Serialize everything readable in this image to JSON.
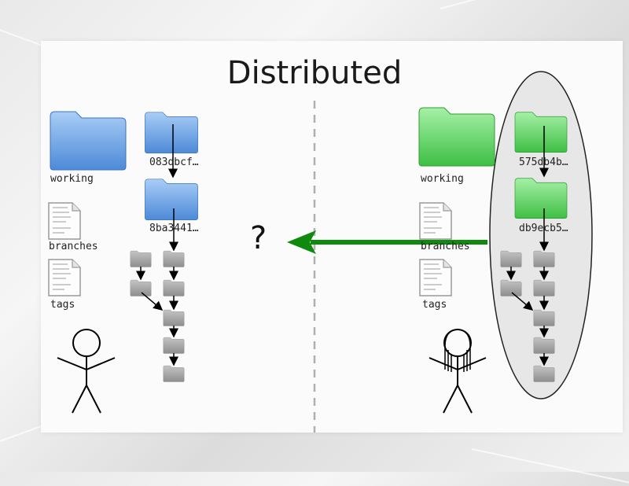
{
  "title": "Distributed",
  "question_mark": "?",
  "left": {
    "working_label": "working",
    "commit_top_label": "083dbcf…",
    "commit_second_label": "8ba3441…",
    "branches_label": "branches",
    "tags_label": "tags"
  },
  "right": {
    "working_label": "working",
    "commit_top_label": "575db4b…",
    "commit_second_label": "db9ecb5…",
    "branches_label": "branches",
    "tags_label": "tags"
  },
  "colors": {
    "blue_folder": "#6aa3e6",
    "green_folder": "#5fd465",
    "gray_folder": "#9a9a9a",
    "arrow_green": "#0f8a0f",
    "ellipse_fill": "#e7e7e7"
  },
  "icons": [
    "folder-icon",
    "document-icon",
    "stick-figure-icon",
    "arrow-icon"
  ]
}
